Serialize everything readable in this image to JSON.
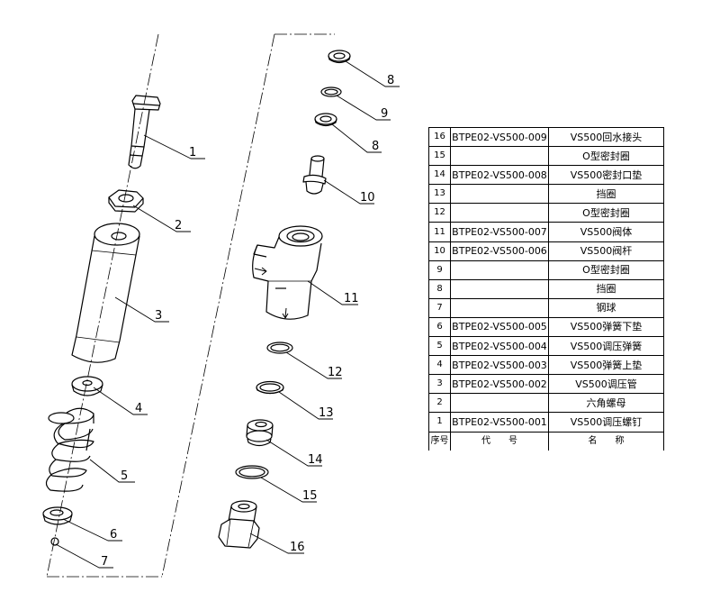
{
  "callouts": {
    "c1": "1",
    "c2": "2",
    "c3": "3",
    "c4": "4",
    "c5": "5",
    "c6": "6",
    "c7": "7",
    "c8a": "8",
    "c9": "9",
    "c8b": "8",
    "c10": "10",
    "c11": "11",
    "c12": "12",
    "c13": "13",
    "c14": "14",
    "c15": "15",
    "c16": "16"
  },
  "bom": {
    "rows": [
      {
        "no": "16",
        "code": "BTPE02-VS500-009",
        "name": "VS500回水接头"
      },
      {
        "no": "15",
        "code": "",
        "name": "O型密封圈"
      },
      {
        "no": "14",
        "code": "BTPE02-VS500-008",
        "name": "VS500密封口垫"
      },
      {
        "no": "13",
        "code": "",
        "name": "挡圈"
      },
      {
        "no": "12",
        "code": "",
        "name": "O型密封圈"
      },
      {
        "no": "11",
        "code": "BTPE02-VS500-007",
        "name": "VS500阀体"
      },
      {
        "no": "10",
        "code": "BTPE02-VS500-006",
        "name": "VS500阀杆"
      },
      {
        "no": "9",
        "code": "",
        "name": "O型密封圈"
      },
      {
        "no": "8",
        "code": "",
        "name": "挡圈"
      },
      {
        "no": "7",
        "code": "",
        "name": "钢球"
      },
      {
        "no": "6",
        "code": "BTPE02-VS500-005",
        "name": "VS500弹簧下垫"
      },
      {
        "no": "5",
        "code": "BTPE02-VS500-004",
        "name": "VS500调压弹簧"
      },
      {
        "no": "4",
        "code": "BTPE02-VS500-003",
        "name": "VS500弹簧上垫"
      },
      {
        "no": "3",
        "code": "BTPE02-VS500-002",
        "name": "VS500调压管"
      },
      {
        "no": "2",
        "code": "",
        "name": "六角螺母"
      },
      {
        "no": "1",
        "code": "BTPE02-VS500-001",
        "name": "VS500调压螺钉"
      }
    ],
    "header": {
      "no": "序号",
      "code": "代　　号",
      "name": "名　　称"
    }
  }
}
